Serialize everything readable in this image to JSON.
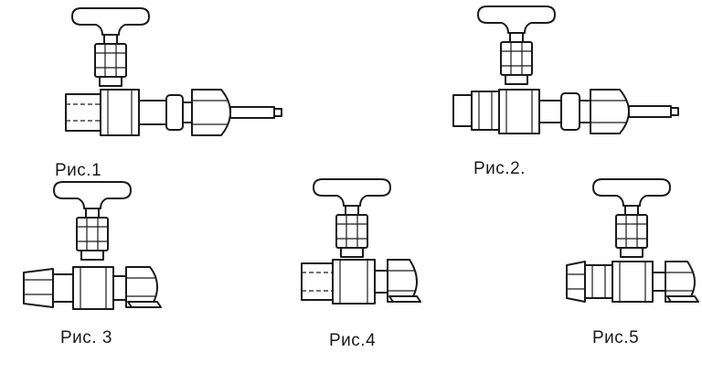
{
  "figures": [
    {
      "label": "Рис.1"
    },
    {
      "label": "Рис.2."
    },
    {
      "label": "Рис. 3"
    },
    {
      "label": "Рис.4"
    },
    {
      "label": "Рис.5"
    }
  ]
}
